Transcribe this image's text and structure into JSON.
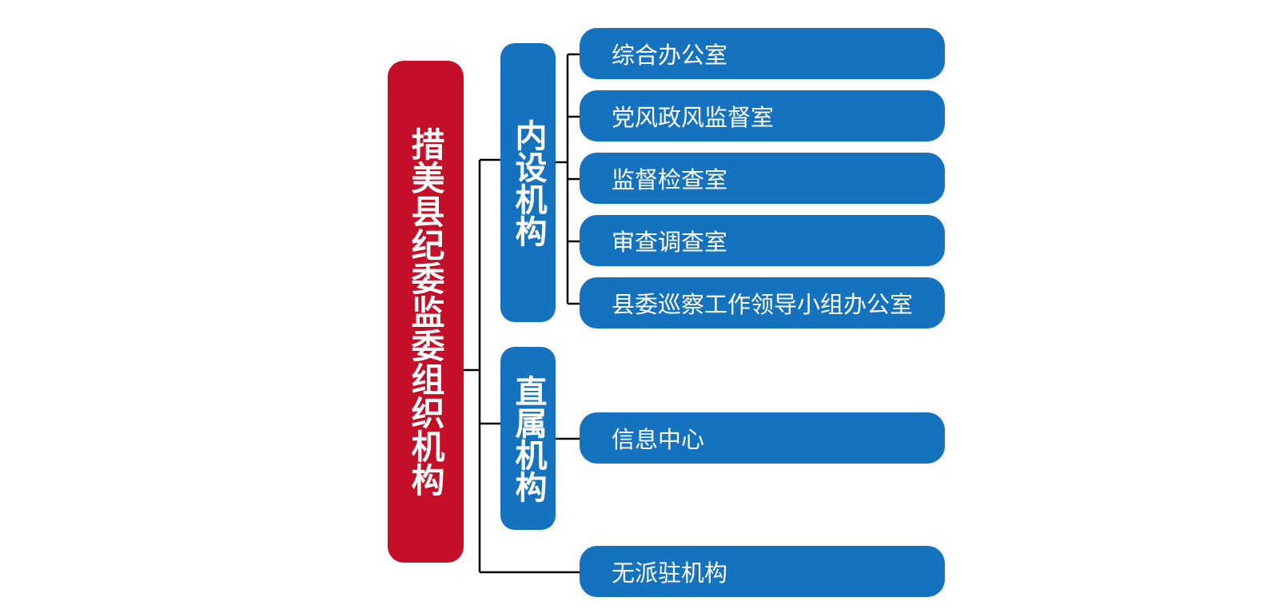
{
  "root": {
    "label": "措美县纪委监委组织机构"
  },
  "categories": [
    {
      "label": "内设机构",
      "items": [
        "综合办公室",
        "党风政风监督室",
        "监督检查室",
        "审查调查室",
        "县委巡察工作领导小组办公室"
      ]
    },
    {
      "label": "直属机构",
      "items": [
        "信息中心"
      ]
    }
  ],
  "standalone": {
    "label": "无派驻机构"
  },
  "colors": {
    "root": "#c50f28",
    "node": "#1572bf",
    "line": "#000000",
    "text": "#ffffff"
  }
}
